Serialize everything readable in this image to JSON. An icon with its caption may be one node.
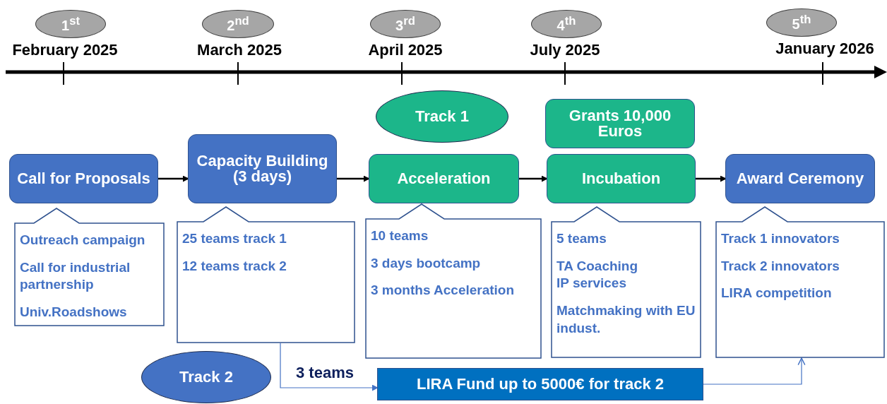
{
  "diagram": {
    "nodes": [
      {
        "text": [
          "1$^{st}$"
        ],
        "beside": [
          "February 2025"
        ]
      },
      {
        "text": [
          "2$^{nd}$"
        ],
        "beside": [
          "March 2025"
        ]
      },
      {
        "text": [
          "3$^{rd}$"
        ],
        "beside": [
          "April 2025"
        ]
      },
      {
        "text": [
          "4$^{th}$"
        ],
        "beside": [
          "July 2025"
        ]
      },
      {
        "text": [
          "5$^{th}$"
        ],
        "beside": [
          "January 2026"
        ]
      },
      {
        "text": [
          "Call for Proposals"
        ]
      },
      {
        "text": [
          "Capacity Building (3 days)"
        ]
      },
      {
        "text": [
          "Track 1"
        ]
      },
      {
        "text": [
          "Acceleration"
        ]
      },
      {
        "text": [
          "Grants 10,000 Euros"
        ]
      },
      {
        "text": [
          "Incubation"
        ]
      },
      {
        "text": [
          "Award Ceremony"
        ]
      },
      {
        "text": [
          "Outreach campaign",
          "Call for industrial partnership",
          "Univ.Roadshows"
        ]
      },
      {
        "text": [
          "25 teams track 1",
          "12 teams track 2"
        ]
      },
      {
        "text": [
          "10 teams",
          "3 days bootcamp",
          "3 months Acceleration"
        ]
      },
      {
        "text": [
          "5 teams",
          "TA Coaching",
          "IP services",
          "Matchmaking with EU indust."
        ]
      },
      {
        "text": [
          "Track 1 innovators",
          "Track 2 innovators",
          "LIRA competition"
        ]
      },
      {
        "text": [
          "Track 2"
        ]
      },
      {
        "text": [
          "LIRA Fund up to 5000€ for track 2"
        ]
      }
    ],
    "edges": [
      {
        "from": 5,
        "to": 6,
        "arrow": "to"
      },
      {
        "from": 6,
        "to": 8,
        "arrow": "to"
      },
      {
        "from": 8,
        "to": 10,
        "arrow": "to"
      },
      {
        "from": 10,
        "to": 11,
        "arrow": "to"
      },
      {
        "from": 13,
        "to": 18,
        "arrow": "to",
        "label": "3 teams",
        "color": "#4472c4"
      },
      {
        "from": 18,
        "to": 16,
        "arrow": "to",
        "color": "#4472c4"
      }
    ]
  }
}
